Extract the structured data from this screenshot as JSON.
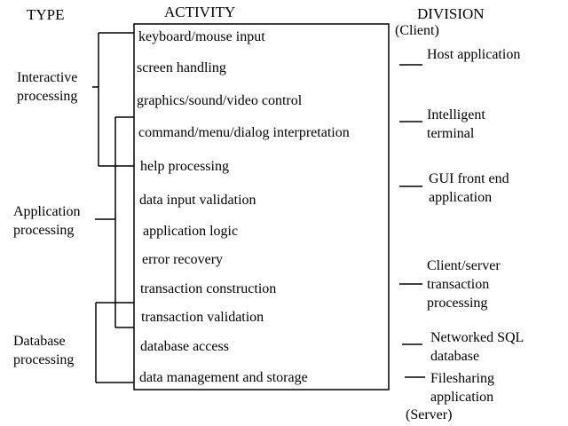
{
  "headers": {
    "type": "TYPE",
    "activity": "ACTIVITY",
    "division": "DIVISION"
  },
  "types": {
    "interactive": "Interactive processing",
    "application": "Application processing",
    "database": "Database processing"
  },
  "activities": [
    "keyboard/mouse input",
    "screen handling",
    "graphics/sound/video control",
    "command/menu/dialog interpretation",
    "help processing",
    "data input validation",
    "application logic",
    "error recovery",
    "transaction construction",
    "transaction validation",
    "database access",
    "data management and storage"
  ],
  "division": {
    "client": "(Client)",
    "server": "(Server)",
    "items": [
      "Host application",
      "Intelligent terminal",
      "GUI front end application",
      "Client/server transaction processing",
      "Networked SQL database",
      "Filesharing application"
    ]
  }
}
